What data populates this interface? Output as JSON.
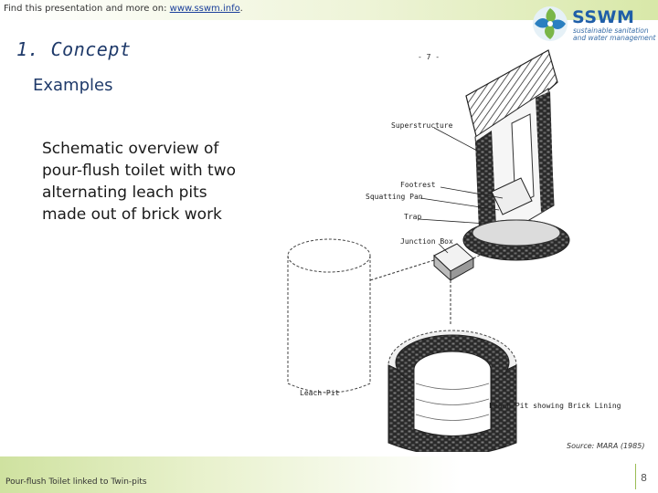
{
  "header": {
    "find_prefix": "Find this presentation and more on: ",
    "find_link": "www.sswm.info",
    "find_suffix": "."
  },
  "logo": {
    "name": "SSWM",
    "tagline_1": "sustainable sanitation",
    "tagline_2": "and water management"
  },
  "slide": {
    "section_title": "1. Concept",
    "subheading": "Examples",
    "body_lines": [
      "Schematic overview of",
      "pour-flush toilet with two",
      "alternating leach pits",
      "made out of brick work"
    ]
  },
  "figure": {
    "page_mark": "- 7 -",
    "labels": {
      "superstructure": "Superstructure",
      "footrest": "Footrest",
      "squatting_pan": "Squatting Pan",
      "trap": "Trap",
      "junction_box": "Junction Box",
      "leach_pit": "Leach Pit",
      "leach_pit_lining": "Leach Pit showing Brick Lining"
    },
    "source": "Source: MARA (1985)"
  },
  "footer": {
    "title": "Pour-flush Toilet linked to Twin-pits",
    "page_number": "8"
  },
  "colors": {
    "title_blue": "#1f3a6a",
    "logo_blue": "#1f5ea8",
    "accent_green": "#9bbd55"
  }
}
